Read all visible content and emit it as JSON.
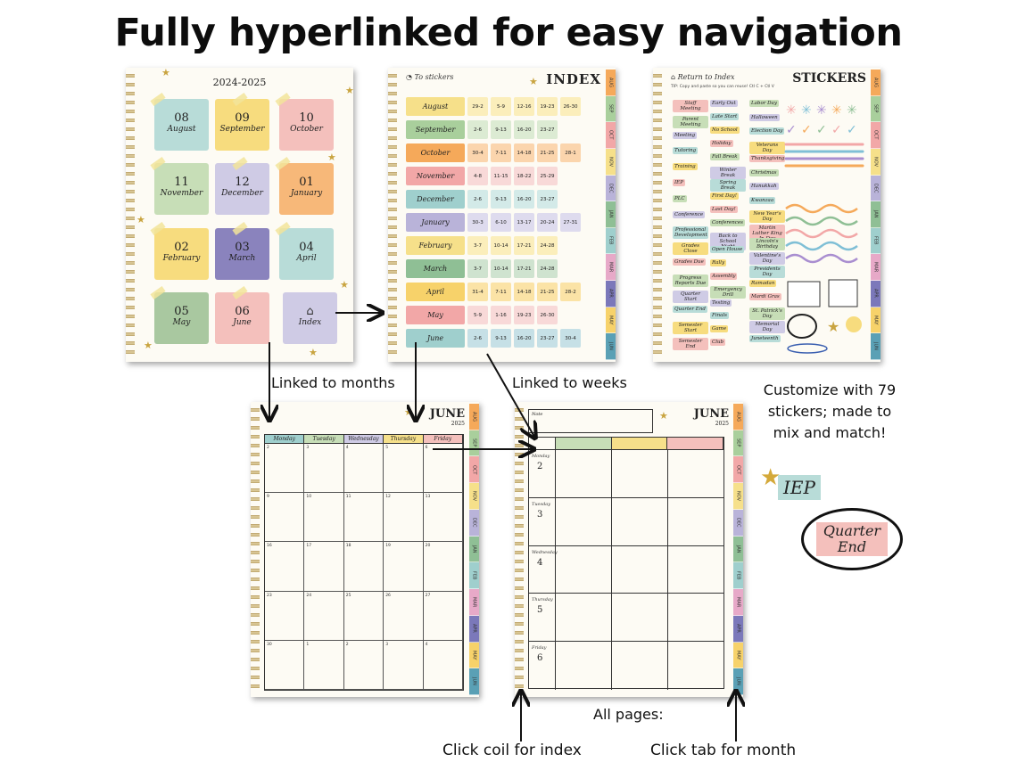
{
  "headline": "Fully hyperlinked for easy navigation",
  "colors": {
    "aug": "#f5a95a",
    "sep": "#a9cf9c",
    "oct": "#f2a7a7",
    "nov": "#f6e08a",
    "dec": "#b9b3d9",
    "jan": "#8fbf95",
    "feb": "#9fcfcd",
    "mar": "#e7a9c8",
    "apr": "#7b78ba",
    "may": "#f7d26a",
    "jun": "#5aa0b5",
    "sticky_yellow": "#f7dc7e",
    "sticky_blue": "#b8dcd8",
    "sticky_pink": "#f4c0bc",
    "sticky_green": "#c7deb7",
    "sticky_lavender": "#cfcbe5",
    "sticky_orange": "#f7b879",
    "sticky_purple": "#8a83bd",
    "sticky_sage": "#a9c8a0"
  },
  "tabs": [
    "AUG",
    "SEP",
    "OCT",
    "NOV",
    "DEC",
    "JAN",
    "FEB",
    "MAR",
    "APR",
    "MAY",
    "JUN"
  ],
  "months_page": {
    "year": "2024-2025",
    "notes": [
      {
        "num": "08",
        "name": "August"
      },
      {
        "num": "09",
        "name": "September"
      },
      {
        "num": "10",
        "name": "October"
      },
      {
        "num": "11",
        "name": "November"
      },
      {
        "num": "12",
        "name": "December"
      },
      {
        "num": "01",
        "name": "January"
      },
      {
        "num": "02",
        "name": "February"
      },
      {
        "num": "03",
        "name": "March"
      },
      {
        "num": "04",
        "name": "April"
      },
      {
        "num": "05",
        "name": "May"
      },
      {
        "num": "06",
        "name": "June"
      }
    ],
    "index_label": "Index"
  },
  "index_page": {
    "link": "To stickers",
    "title": "INDEX",
    "rows": [
      {
        "month": "August",
        "weeks": [
          "29-2",
          "5-9",
          "12-16",
          "19-23",
          "26-30"
        ]
      },
      {
        "month": "September",
        "weeks": [
          "2-6",
          "9-13",
          "16-20",
          "23-27"
        ]
      },
      {
        "month": "October",
        "weeks": [
          "30-4",
          "7-11",
          "14-18",
          "21-25",
          "28-1"
        ]
      },
      {
        "month": "November",
        "weeks": [
          "4-8",
          "11-15",
          "18-22",
          "25-29"
        ]
      },
      {
        "month": "December",
        "weeks": [
          "2-6",
          "9-13",
          "16-20",
          "23-27"
        ]
      },
      {
        "month": "January",
        "weeks": [
          "30-3",
          "6-10",
          "13-17",
          "20-24",
          "27-31"
        ]
      },
      {
        "month": "February",
        "weeks": [
          "3-7",
          "10-14",
          "17-21",
          "24-28"
        ]
      },
      {
        "month": "March",
        "weeks": [
          "3-7",
          "10-14",
          "17-21",
          "24-28"
        ]
      },
      {
        "month": "April",
        "weeks": [
          "31-4",
          "7-11",
          "14-18",
          "21-25",
          "28-2"
        ]
      },
      {
        "month": "May",
        "weeks": [
          "5-9",
          "1-16",
          "19-23",
          "26-30"
        ]
      },
      {
        "month": "June",
        "weeks": [
          "2-6",
          "9-13",
          "16-20",
          "23-27",
          "30-4"
        ]
      }
    ]
  },
  "stickers_page": {
    "link": "Return to Index",
    "tip": "TIP: Copy and paste so you can reuse! Ctl C + Ctl V",
    "title": "STICKERS",
    "col1": [
      "Staff Meeting",
      "Parent Meeting",
      "Meeting",
      "Tutoring",
      "Training",
      "IEP",
      "PLC",
      "Conference",
      "Professional Development",
      "Grades Close",
      "Grades Due",
      "Progress Reports Due",
      "Quarter Start",
      "Quarter End",
      "Semester Start",
      "Semester End"
    ],
    "col2": [
      "Early Out",
      "Late Start",
      "No School",
      "Holiday",
      "Fall Break",
      "Winter Break",
      "Spring Break",
      "First Day!",
      "Last Day!",
      "Conferences",
      "Back to School Night",
      "Open House",
      "Rally",
      "Assembly",
      "Emergency Drill",
      "Testing",
      "Finals",
      "Game",
      "Club"
    ],
    "col3": [
      "Labor Day",
      "Halloween",
      "Election Day",
      "Veterans Day",
      "Thanksgiving",
      "Christmas",
      "Hanukkah",
      "Kwanzaa",
      "New Year's Day",
      "Martin Luther King Jr. Day",
      "Lincoln's Birthday",
      "Valentine's Day",
      "Presidents Day",
      "Ramadan",
      "Mardi Gras",
      "St. Patrick's Day",
      "Memorial Day",
      "Juneteenth"
    ]
  },
  "month_calendar": {
    "month": "JUNE",
    "year": "2025",
    "days": [
      "Monday",
      "Tuesday",
      "Wednesday",
      "Thursday",
      "Friday"
    ],
    "dates": [
      "2",
      "3",
      "4",
      "5",
      "6",
      "9",
      "10",
      "11",
      "12",
      "13",
      "16",
      "17",
      "18",
      "19",
      "20",
      "23",
      "24",
      "25",
      "26",
      "27",
      "30",
      "1",
      "2",
      "3",
      "4"
    ]
  },
  "week_page": {
    "month": "JUNE",
    "year": "2025",
    "note": "Note",
    "days": [
      {
        "name": "Monday",
        "num": "2"
      },
      {
        "name": "Tuesday",
        "num": "3"
      },
      {
        "name": "Wednesday",
        "num": "4"
      },
      {
        "name": "Thursday",
        "num": "5"
      },
      {
        "name": "Friday",
        "num": "6"
      }
    ]
  },
  "annotations": {
    "linked_months": "Linked to months",
    "linked_weeks": "Linked to weeks",
    "customize": "Customize with 79 stickers; made to mix and match!",
    "sample_sticker": "IEP",
    "sample_sticker2": "Quarter End",
    "all_pages": "All pages:",
    "click_coil": "Click coil for index",
    "click_tab": "Click tab for month"
  }
}
